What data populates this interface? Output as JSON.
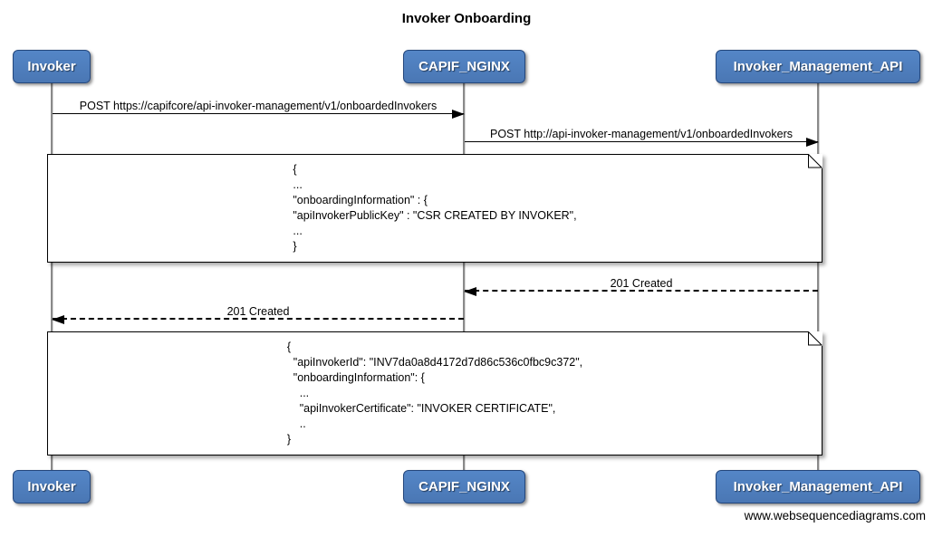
{
  "title": "Invoker Onboarding",
  "watermark": "www.websequencediagrams.com",
  "colors": {
    "actor_fill": "#4d7ebf",
    "actor_border": "#24477c",
    "actor_text": "#ffffff",
    "message_line": "#000000",
    "lifeline": "#8a8a8a",
    "note_fill": "#ffffff"
  },
  "actors": [
    {
      "name": "Invoker"
    },
    {
      "name": "CAPIF_NGINX"
    },
    {
      "name": "Invoker_Management_API"
    }
  ],
  "messages": [
    {
      "label": "POST https://capifcore/api-invoker-management/v1/onboardedInvokers",
      "from": "Invoker",
      "to": "CAPIF_NGINX",
      "style": "solid"
    },
    {
      "label": "POST http://api-invoker-management/v1/onboardedInvokers",
      "from": "CAPIF_NGINX",
      "to": "Invoker_Management_API",
      "style": "solid"
    },
    {
      "label": "201 Created",
      "from": "Invoker_Management_API",
      "to": "CAPIF_NGINX",
      "style": "dashed"
    },
    {
      "label": "201 Created",
      "from": "CAPIF_NGINX",
      "to": "Invoker",
      "style": "dashed"
    }
  ],
  "notes": [
    {
      "lines": [
        "{",
        "...",
        "\"onboardingInformation\" : {",
        "\"apiInvokerPublicKey\" : \"CSR CREATED BY INVOKER\",",
        "...",
        "}"
      ]
    },
    {
      "lines": [
        "{",
        "  \"apiInvokerId\": \"INV7da0a8d4172d7d86c536c0fbc9c372\",",
        "  \"onboardingInformation\": {",
        "    ...",
        "    \"apiInvokerCertificate\": \"INVOKER CERTIFICATE\",",
        "    ..",
        "}"
      ]
    }
  ]
}
